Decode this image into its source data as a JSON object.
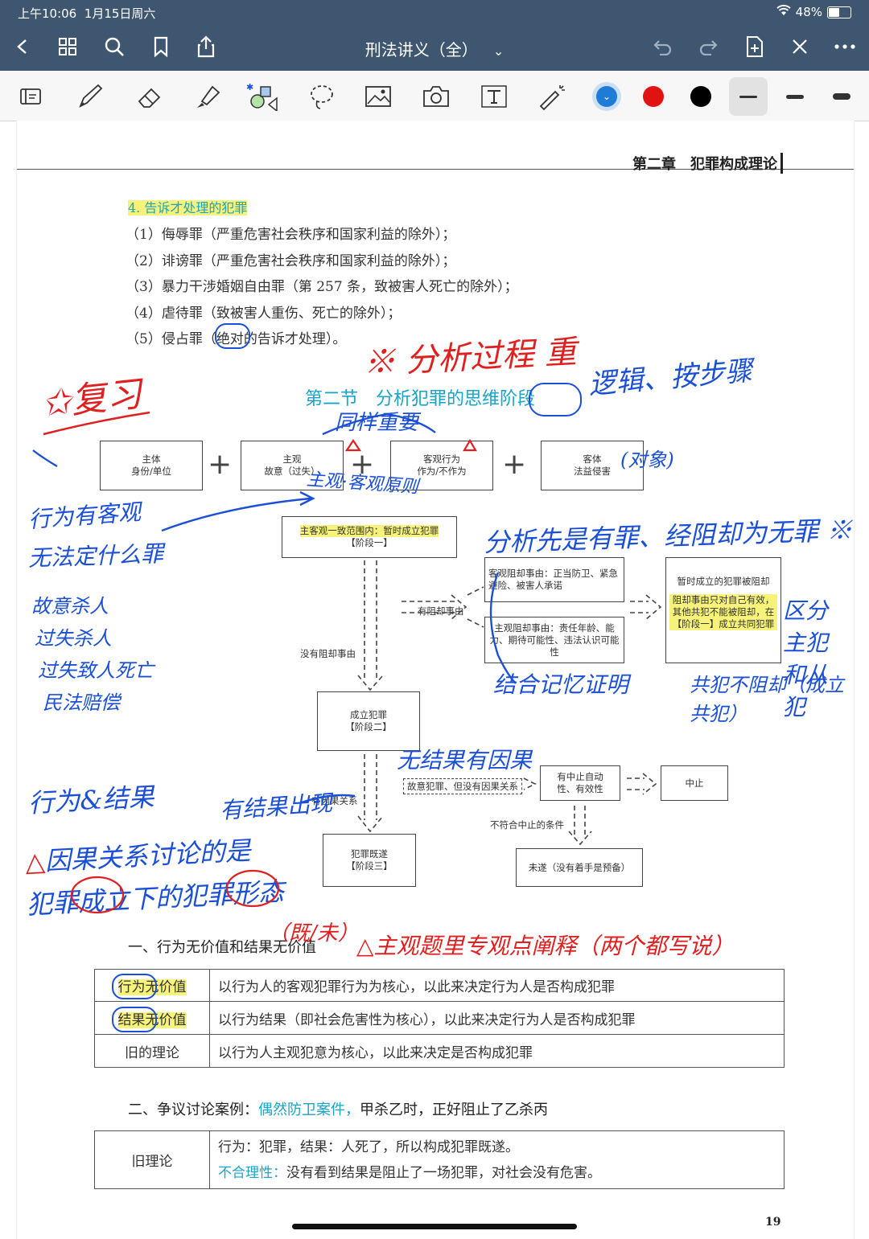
{
  "status_bar": {
    "time": "上午10:06",
    "date": "1月15日周六",
    "battery": "48%",
    "battery_level": 0.48
  },
  "title_bar": {
    "document_title": "刑法讲义（全）",
    "chevron": "⌄"
  },
  "page": {
    "chapter_header": "第二章　犯罪构成理论",
    "section4_title": "4. 告诉才处理的犯罪",
    "list": [
      "（1）侮辱罪（严重危害社会秩序和国家利益的除外）；",
      "（2）诽谤罪（严重危害社会秩序和国家利益的除外）；",
      "（3）暴力干涉婚姻自由罪（第 257 条，致被害人死亡的除外）；",
      "（4）虐待罪（致被害人重伤、死亡的除外）；",
      "（5）侵占罪（绝对的告诉才处理）。"
    ],
    "section2_title": "第二节　分析犯罪的思维阶段",
    "diagram": {
      "subject": [
        "主体",
        "身份/单位"
      ],
      "subjective": [
        "主观",
        "故意（过失）"
      ],
      "objective_act": [
        "客观行为",
        "作为/不作为"
      ],
      "object": [
        "客体",
        "法益侵害"
      ],
      "stage1": [
        "主客观一致范围内：暂时成立犯罪",
        "【阶段一】"
      ],
      "obj_defense": "客观阻却事由：正当防卫、紧急避险、被害人承诺",
      "subj_defense": "主观阻却事由：责任年龄、能力、期待可能性、违法认识可能性",
      "has_defense": "有阻却事由",
      "no_defense": "没有阻却事由",
      "blocked_title": "暂时成立的犯罪被阻却",
      "blocked_note": "阻却事由只对自己有效，其他共犯不能被阻却，在【阶段一】成立共同犯罪",
      "stage2": [
        "成立犯罪",
        "【阶段二】"
      ],
      "intent_no_causal": "故意犯罪、但没有因果关系",
      "has_stop": [
        "有中止自动",
        "性、有效性"
      ],
      "stop": "中止",
      "causal": "有因果关系",
      "not_stop": "不符合中止的条件",
      "stage3": [
        "犯罪既遂",
        "【阶段三】"
      ],
      "attempt": "未遂（没有着手是预备）"
    },
    "heading1": "一、行为无价值和结果无价值",
    "table1": [
      {
        "term": "行为无价值",
        "desc": "以行为人的客观犯罪行为为核心，以此来决定行为人是否构成犯罪"
      },
      {
        "term": "结果无价值",
        "desc": "以行为结果（即社会危害性为核心），以此来决定行为人是否构成犯罪"
      },
      {
        "term": "旧的理论",
        "desc": "以行为人主观犯意为核心，以此来决定是否构成犯罪"
      }
    ],
    "heading2_a": "二、争议讨论案例：",
    "heading2_b": "偶然防卫案件，",
    "heading2_c": "甲杀乙时，正好阻止了乙杀丙",
    "table2": {
      "term": "旧理论",
      "line1": "行为：犯罪，结果：人死了，所以构成犯罪既遂。",
      "line2_label": "不合理性：",
      "line2": "没有看到结果是阻止了一场犯罪，对社会没有危害。"
    },
    "page_number": "19"
  },
  "handwriting": {
    "review": "复习",
    "analysis_process": "分析过程",
    "same_importance": "同样重要",
    "logic_steps": "逻辑、按步骤",
    "subjective_objective": "主观·客观原则",
    "crime_first": "分析先是有罪、经阻却为无罪",
    "intent_objective": "行为有客观",
    "no_conclude": "无法定什么罪",
    "kill1": "故意杀人",
    "kill2": "过失杀人",
    "kill3": "过失致人死亡",
    "civil": "民法赔偿",
    "combine": "结合记忆证明",
    "distinguish": "区分主犯和从犯",
    "joint": "共犯不阻却（成立共犯）",
    "result_cause": "无结果有因果",
    "act_result": "行为&结果",
    "result_appears": "有结果出现",
    "causal_discussion": "因果关系讨论的是",
    "crime_form": "犯罪成立下的犯罪形态",
    "unfinished": "（既/未）",
    "subjective_note": "主观题里专观点阐释（两个都写说）"
  },
  "colors": {
    "header_bg": "#3f5670",
    "hand_blue": "#1a4fd6",
    "hand_red": "#e02020",
    "highlight": "#f6f27a",
    "accent_blue": "#1aa3c8"
  }
}
